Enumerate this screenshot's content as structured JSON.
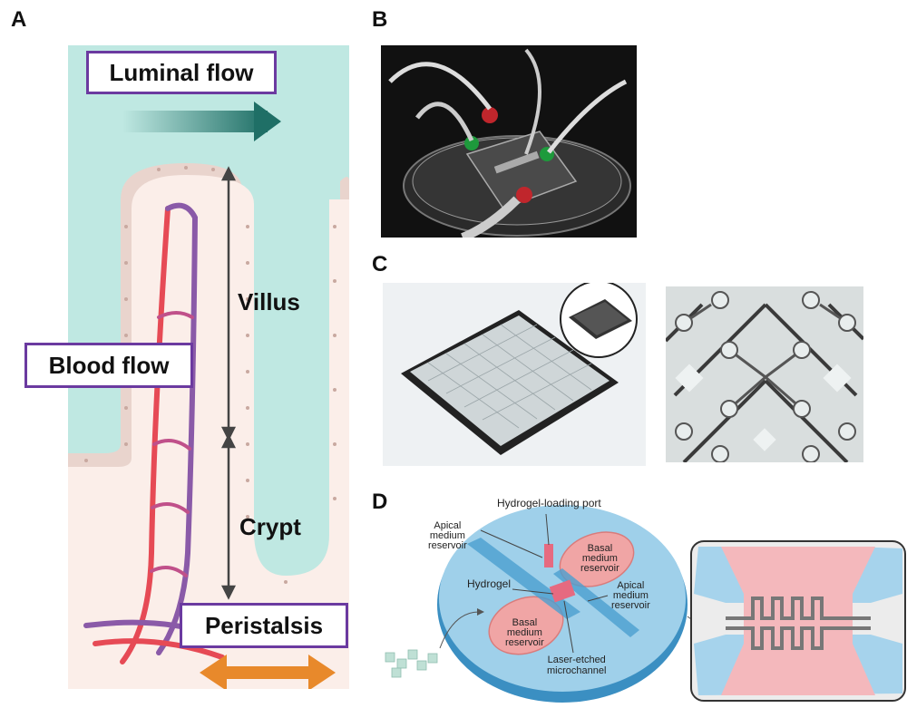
{
  "panels": {
    "a": {
      "letter": "A",
      "luminal_flow": "Luminal flow",
      "blood_flow": "Blood flow",
      "villus": "Villus",
      "crypt": "Crypt",
      "peristalsis": "Peristalsis",
      "colors": {
        "lumen": "#bfe8e2",
        "tissue": "#fbeee9",
        "epithelium": "#e9d4cd",
        "label_border": "#6b3aa0",
        "peristalsis_arrow": "#e8892b",
        "flow_arrow": "#1f6f66"
      }
    },
    "b": {
      "letter": "B"
    },
    "c": {
      "letter": "C"
    },
    "d": {
      "letter": "D",
      "hydrogel_loading_port": "Hydrogel-loading port",
      "apical_reservoir_left": [
        "Apical",
        "medium",
        "reservoir"
      ],
      "basal_reservoir_top": [
        "Basal",
        "medium",
        "reservoir"
      ],
      "hydrogel": "Hydrogel",
      "apical_reservoir_right": [
        "Apical",
        "medium",
        "reservoir"
      ],
      "basal_reservoir_bottom": [
        "Basal",
        "medium",
        "reservoir"
      ],
      "laser_channel": [
        "Laser-etched",
        "microchannel"
      ],
      "colors": {
        "disk": "#9fd0ea",
        "reservoir": "#f0a5a5",
        "pink": "#f4b8bc",
        "blue": "#a6d3ec"
      }
    }
  }
}
